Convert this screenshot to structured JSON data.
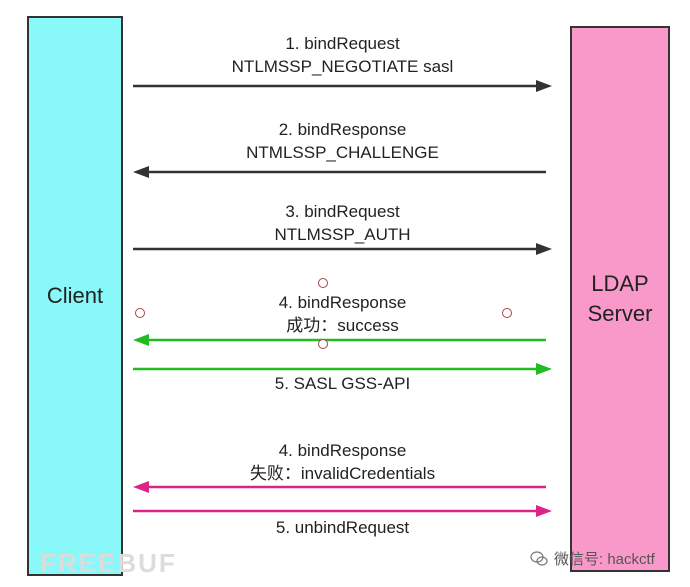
{
  "actors": {
    "client": "Client",
    "server": "LDAP\nServer"
  },
  "messages": [
    {
      "line1": "1. bindRequest",
      "line2": "NTLMSSP_NEGOTIATE  sasl"
    },
    {
      "line1": "2. bindResponse",
      "line2": "NTMLSSP_CHALLENGE"
    },
    {
      "line1": "3. bindRequest",
      "line2": "NTLMSSP_AUTH"
    },
    {
      "line1": "4. bindResponse",
      "line2": "成功：success"
    },
    {
      "line1": "5. SASL GSS-API"
    },
    {
      "line1": "4. bindResponse",
      "line2": "失败：invalidCredentials"
    },
    {
      "line1": "5. unbindRequest"
    }
  ],
  "arrows": [
    {
      "direction": "right",
      "color": "#333333"
    },
    {
      "direction": "left",
      "color": "#333333"
    },
    {
      "direction": "right",
      "color": "#333333"
    },
    {
      "direction": "left",
      "color": "#22bb22"
    },
    {
      "direction": "right",
      "color": "#22bb22"
    },
    {
      "direction": "left",
      "color": "#dd2288"
    },
    {
      "direction": "right",
      "color": "#dd2288"
    }
  ],
  "colors": {
    "client_fill": "#88f8f8",
    "server_fill": "#f999c9"
  },
  "footer": {
    "watermark": "FREEBUF",
    "wechat": "微信号: hackctf",
    "wechat_icon": "wechat-icon"
  }
}
